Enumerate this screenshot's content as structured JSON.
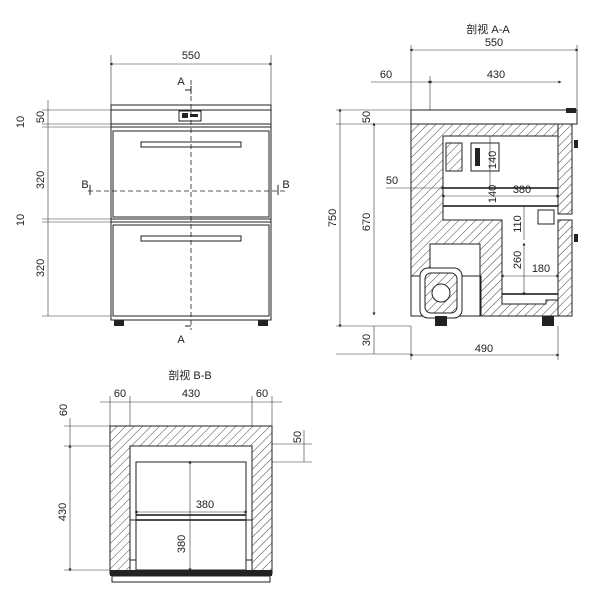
{
  "front_view": {
    "width": "550",
    "gap_top": "50",
    "gap_1": "10",
    "drawer_1": "320",
    "gap_2": "10",
    "drawer_2": "320",
    "section_a_top": "A",
    "section_a_bottom": "A",
    "section_b_left": "B",
    "section_b_right": "B"
  },
  "section_aa": {
    "title": "剖视 A-A",
    "width": "550",
    "left_offset": "60",
    "inner_width": "430",
    "top": "50",
    "overall_height": "750",
    "body_height": "670",
    "foot": "30",
    "depth": "490",
    "shelf_offset": "50",
    "shelf_width": "380",
    "upper_h1": "140",
    "upper_h2": "140",
    "lower_h1": "110",
    "lower_h2": "260",
    "lower_w": "180"
  },
  "section_bb": {
    "title": "剖视 B-B",
    "left_wall": "60",
    "inner_width": "430",
    "right_wall": "60",
    "top_left": "60",
    "top_right": "50",
    "height": "430",
    "drawer_width": "380",
    "drawer_height": "380"
  }
}
